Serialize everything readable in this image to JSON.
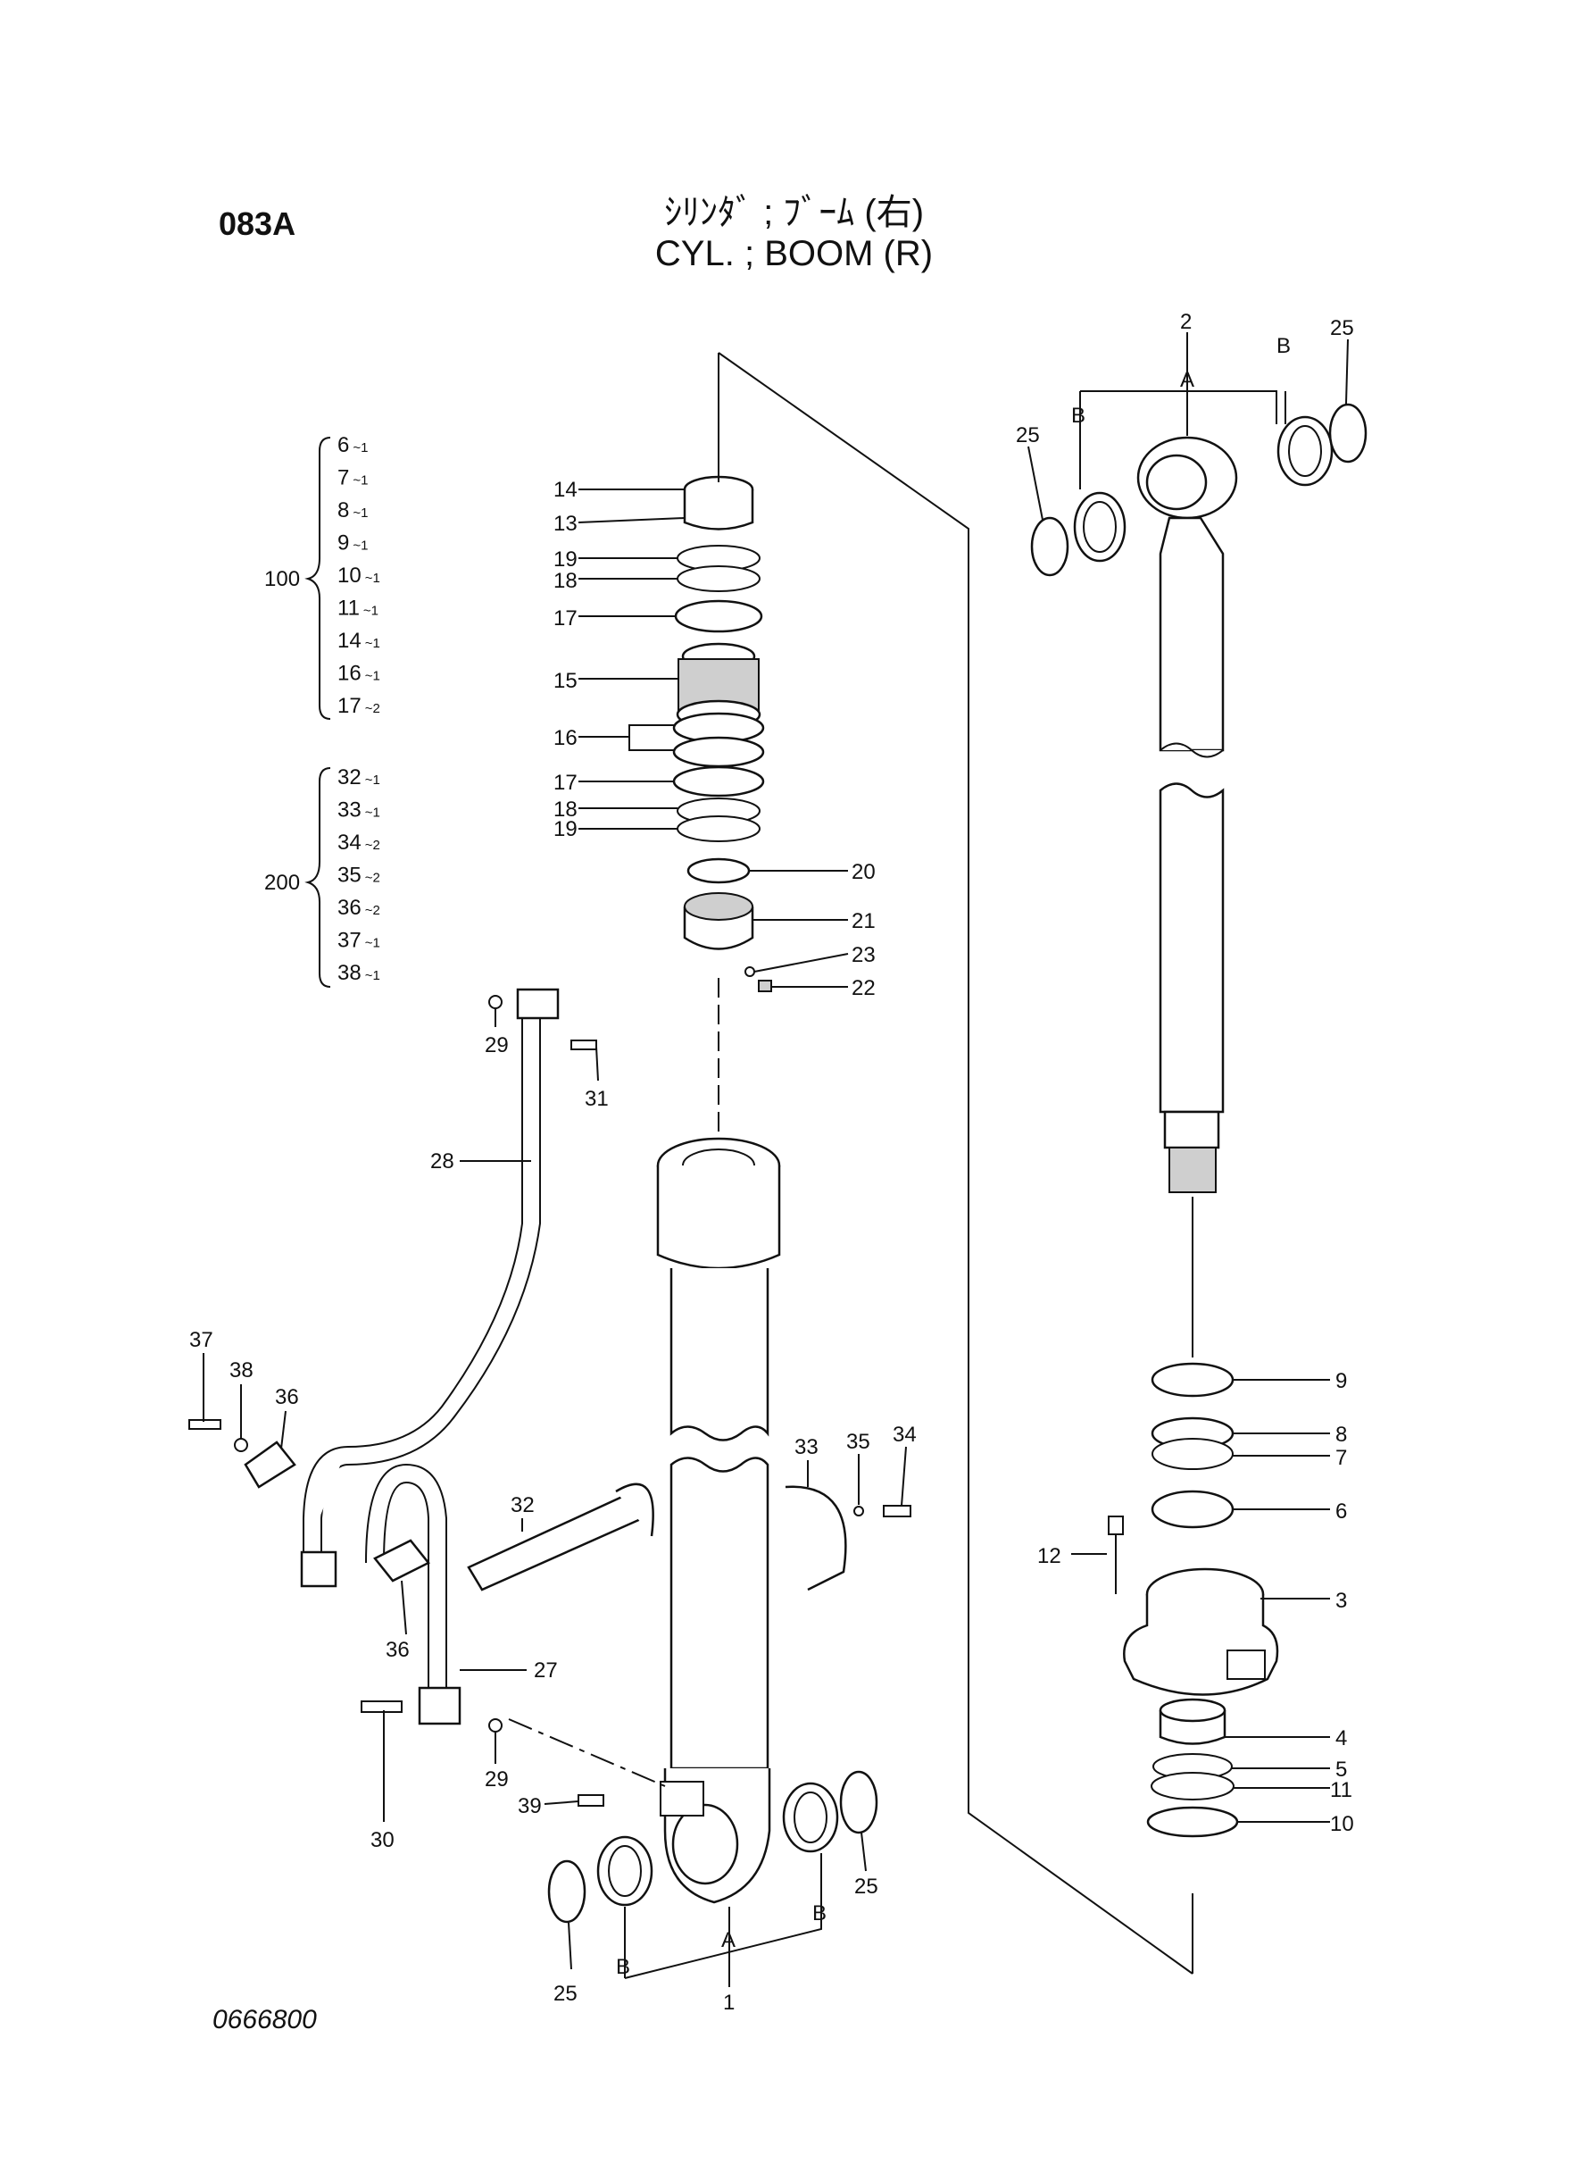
{
  "header": {
    "page_code": "083A",
    "title_jp": "ｼﾘﾝﾀﾞ ; ﾌﾞｰﾑ (右)",
    "title_en": "CYL. ; BOOM (R)"
  },
  "drawing_number": "0666800",
  "kits": [
    {
      "label": "100",
      "items": [
        {
          "part": "6",
          "qty": "~1"
        },
        {
          "part": "7",
          "qty": "~1"
        },
        {
          "part": "8",
          "qty": "~1"
        },
        {
          "part": "9",
          "qty": "~1"
        },
        {
          "part": "10",
          "qty": "~1"
        },
        {
          "part": "11",
          "qty": "~1"
        },
        {
          "part": "14",
          "qty": "~1"
        },
        {
          "part": "16",
          "qty": "~1"
        },
        {
          "part": "17",
          "qty": "~2"
        }
      ]
    },
    {
      "label": "200",
      "items": [
        {
          "part": "32",
          "qty": "~1"
        },
        {
          "part": "33",
          "qty": "~1"
        },
        {
          "part": "34",
          "qty": "~2"
        },
        {
          "part": "35",
          "qty": "~2"
        },
        {
          "part": "36",
          "qty": "~2"
        },
        {
          "part": "37",
          "qty": "~1"
        },
        {
          "part": "38",
          "qty": "~1"
        }
      ]
    }
  ],
  "callouts": {
    "c1": "1",
    "c2": "2",
    "c3": "3",
    "c4": "4",
    "c5": "5",
    "c6": "6",
    "c7": "7",
    "c8": "8",
    "c9": "9",
    "c10": "10",
    "c11": "11",
    "c12": "12",
    "c13": "13",
    "c14": "14",
    "c15": "15",
    "c16": "16",
    "c17a": "17",
    "c17b": "17",
    "c18a": "18",
    "c18b": "18",
    "c19a": "19",
    "c19b": "19",
    "c20": "20",
    "c21": "21",
    "c22": "22",
    "c23": "23",
    "c25a": "25",
    "c25b": "25",
    "c25c": "25",
    "c25d": "25",
    "c27": "27",
    "c28": "28",
    "c29a": "29",
    "c29b": "29",
    "c30": "30",
    "c31": "31",
    "c32": "32",
    "c33": "33",
    "c34": "34",
    "c35": "35",
    "c36a": "36",
    "c36b": "36",
    "c37": "37",
    "c38": "38",
    "c39": "39",
    "A1": "A",
    "B1": "B",
    "B2": "B",
    "A2": "A",
    "B3": "B",
    "B4": "B"
  }
}
